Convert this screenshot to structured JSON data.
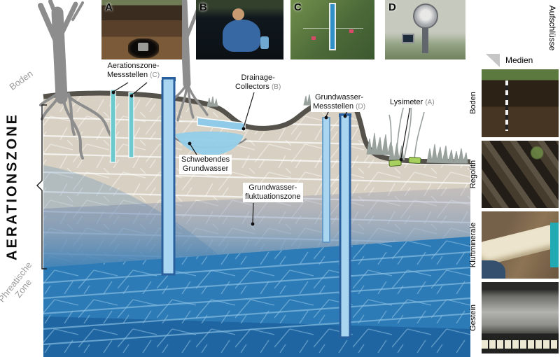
{
  "figure": {
    "main_title": "AERATIONSZONE",
    "zone_labels": {
      "boden": "Boden",
      "phreatische_line1": "Phreatische",
      "phreatische_line2": "Zone"
    },
    "photo_letters": {
      "a": "A",
      "b": "B",
      "c": "C",
      "d": "D"
    },
    "annotations": {
      "aeration_wells_line1": "Aerationszone-",
      "aeration_wells_line2": "Messstellen",
      "aeration_wells_ref": "(C)",
      "drainage_line1": "Drainage-",
      "drainage_line2": "Collectors",
      "drainage_ref": "(B)",
      "perched_line1": "Schwebendes",
      "perched_line2": "Grundwasser",
      "fluctuation_line1": "Grundwasser-",
      "fluctuation_line2": "fluktuationszone",
      "gw_wells_line1": "Grundwasser-",
      "gw_wells_line2": "Messstellen",
      "gw_wells_ref": "(D)",
      "lysimeter": "Lysimeter",
      "lysimeter_ref": "(A)"
    },
    "right_panel": {
      "column1_title": "Aufschlüsse",
      "column2_title": "Medien",
      "media": [
        {
          "label": "Boden"
        },
        {
          "label": "Regolith"
        },
        {
          "label": "Kluftminerale"
        },
        {
          "label": "Gestein"
        }
      ]
    },
    "colors": {
      "aeration_rock_beige": "#d8d1c3",
      "saturated_blue": "#2c7ab6",
      "perched_water_blue": "#93cde9",
      "well_casing_dark_blue": "#2a5f9e",
      "well_fill_light_blue": "#a9d5f0",
      "aeration_well_teal": "#6cc9ce",
      "lysimeter_green": "#a8d05e",
      "silhouette_gray": "#8d8d8d"
    }
  }
}
